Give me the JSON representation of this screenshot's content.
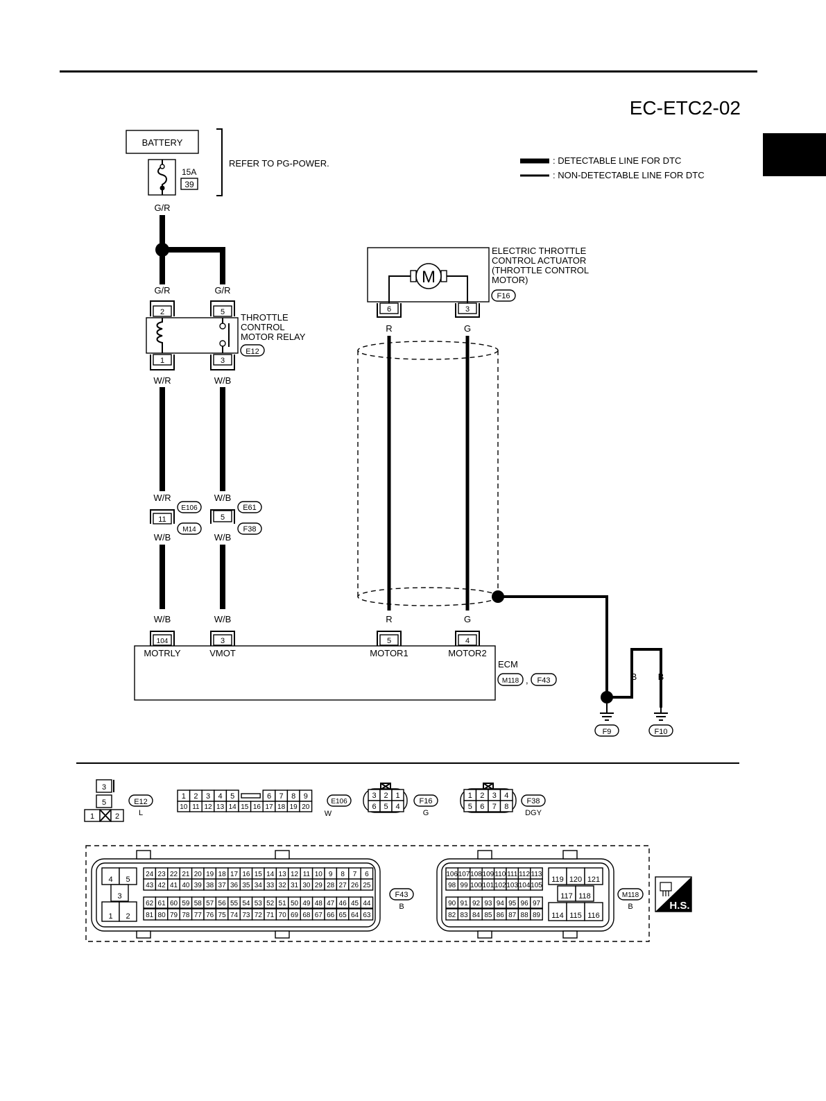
{
  "header": {
    "diagram_code": "EC-ETC2-02"
  },
  "legend": {
    "detectable": ": DETECTABLE LINE FOR DTC",
    "non_detectable": ": NON-DETECTABLE LINE FOR DTC"
  },
  "battery": {
    "label": "BATTERY",
    "fuse_rating": "15A",
    "fuse_no": "39",
    "refer": "REFER TO PG-POWER."
  },
  "wires": {
    "g_r": "G/R",
    "w_r": "W/R",
    "w_b": "W/B",
    "r": "R",
    "g": "G",
    "b": "B"
  },
  "actuator": {
    "label_lines": [
      "ELECTRIC THROTTLE",
      "CONTROL ACTUATOR",
      "(THROTTLE CONTROL",
      " MOTOR)"
    ],
    "motor_symbol": "M",
    "connector": "F16",
    "pins": [
      "6",
      "3"
    ]
  },
  "relay": {
    "label_lines": [
      "THROTTLE",
      "CONTROL",
      "MOTOR RELAY"
    ],
    "connector": "E12",
    "pins_top": [
      "2",
      "5"
    ],
    "pins_bottom": [
      "1",
      "3"
    ]
  },
  "joints": {
    "left_pin": "11",
    "left_conn_top": "E106",
    "left_conn_bottom": "M14",
    "right_pin": "5",
    "right_conn_top": "E61",
    "right_conn_bottom": "F38"
  },
  "ecm": {
    "label": "ECM",
    "connectors": [
      "M118",
      "F43"
    ],
    "separator": ",",
    "terminals": [
      {
        "pin": "104",
        "name": "MOTRLY"
      },
      {
        "pin": "3",
        "name": "VMOT"
      },
      {
        "pin": "5",
        "name": "MOTOR1"
      },
      {
        "pin": "4",
        "name": "MOTOR2"
      }
    ]
  },
  "grounds": [
    "F9",
    "F10"
  ],
  "connector_views": {
    "e12": {
      "id": "E12",
      "color": "L",
      "pins": [
        "3",
        "5",
        "1",
        "2"
      ]
    },
    "e106": {
      "id": "E106",
      "color": "W",
      "row1": [
        "1",
        "2",
        "3",
        "4",
        "5",
        "6",
        "7",
        "8",
        "9"
      ],
      "row2": [
        "10",
        "11",
        "12",
        "13",
        "14",
        "15",
        "16",
        "17",
        "18",
        "19",
        "20"
      ]
    },
    "f16": {
      "id": "F16",
      "color": "G",
      "row1": [
        "3",
        "2",
        "1"
      ],
      "row2": [
        "6",
        "5",
        "4"
      ]
    },
    "f38": {
      "id": "F38",
      "color": "DGY",
      "row1": [
        "1",
        "2",
        "3",
        "4"
      ],
      "row2": [
        "5",
        "6",
        "7",
        "8"
      ]
    },
    "f43": {
      "id": "F43",
      "color": "B",
      "power": [
        "4",
        "5",
        "3",
        "1",
        "2"
      ],
      "row1": [
        "24",
        "23",
        "22",
        "21",
        "20",
        "19",
        "18",
        "17",
        "16",
        "15",
        "14",
        "13",
        "12",
        "11",
        "10",
        "9",
        "8",
        "7",
        "6"
      ],
      "row2": [
        "43",
        "42",
        "41",
        "40",
        "39",
        "38",
        "37",
        "36",
        "35",
        "34",
        "33",
        "32",
        "31",
        "30",
        "29",
        "28",
        "27",
        "26",
        "25"
      ],
      "row3": [
        "62",
        "61",
        "60",
        "59",
        "58",
        "57",
        "56",
        "55",
        "54",
        "53",
        "52",
        "51",
        "50",
        "49",
        "48",
        "47",
        "46",
        "45",
        "44"
      ],
      "row4": [
        "81",
        "80",
        "79",
        "78",
        "77",
        "76",
        "75",
        "74",
        "73",
        "72",
        "71",
        "70",
        "69",
        "68",
        "67",
        "66",
        "65",
        "64",
        "63"
      ]
    },
    "m118": {
      "id": "M118",
      "color": "B",
      "row1": [
        "106",
        "107",
        "108",
        "109",
        "110",
        "111",
        "112",
        "113"
      ],
      "row2": [
        "98",
        "99",
        "100",
        "101",
        "102",
        "103",
        "104",
        "105"
      ],
      "row3": [
        "90",
        "91",
        "92",
        "93",
        "94",
        "95",
        "96",
        "97"
      ],
      "row4": [
        "82",
        "83",
        "84",
        "85",
        "86",
        "87",
        "88",
        "89"
      ],
      "power_top": [
        "119",
        "120",
        "121"
      ],
      "power_mid": [
        "117",
        "118"
      ],
      "power_bottom": [
        "114",
        "115",
        "116"
      ]
    }
  },
  "hs_badge": "H.S."
}
